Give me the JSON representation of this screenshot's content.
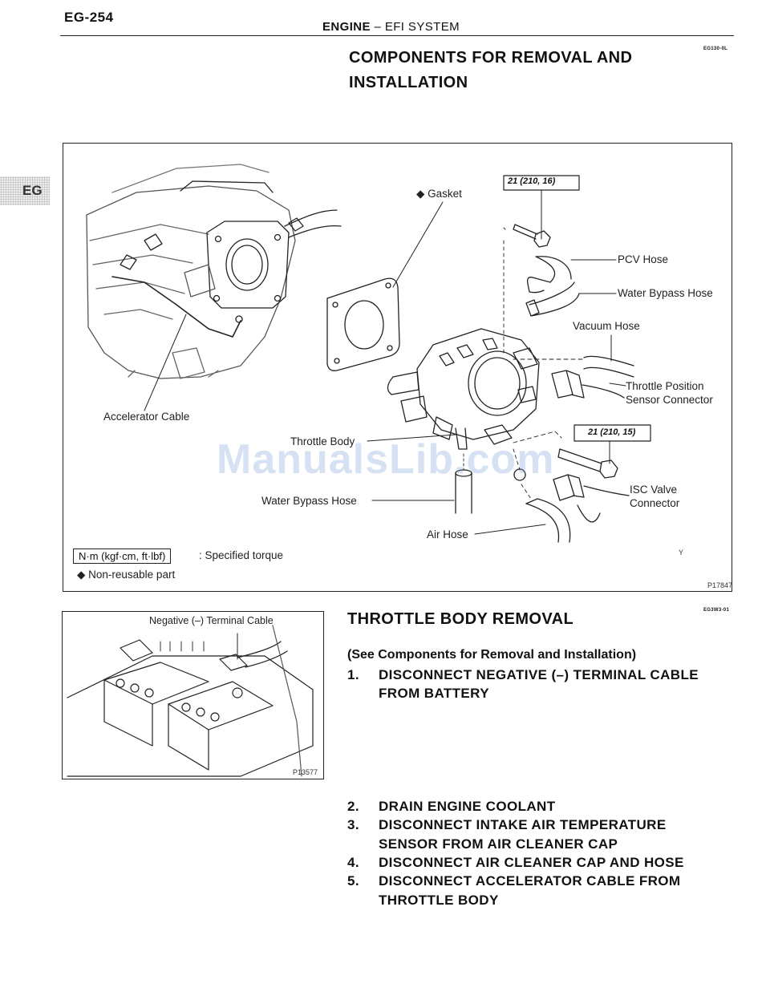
{
  "header": {
    "page_number": "EG-254",
    "title_bold": "ENGINE",
    "title_sep": " – ",
    "title_rest": "EFI SYSTEM",
    "side_tab": "EG"
  },
  "components_section": {
    "title_line1": "COMPONENTS FOR REMOVAL AND",
    "title_line2": "INSTALLATION",
    "code": "EG130-0L",
    "figure": {
      "torque_spec_top": "21 (210, 16)",
      "torque_spec_mid": "21 (210, 15)",
      "callouts": {
        "gasket": "◆ Gasket",
        "pcv_hose": "PCV Hose",
        "water_bypass_hose_top": "Water Bypass Hose",
        "vacuum_hose": "Vacuum Hose",
        "tps_connector_line1": "Throttle Position",
        "tps_connector_line2": "Sensor Connector",
        "accelerator_cable": "Accelerator Cable",
        "throttle_body": "Throttle Body",
        "isc_valve_line1": "ISC Valve",
        "isc_valve_line2": "Connector",
        "water_bypass_hose_bottom": "Water Bypass Hose",
        "air_hose": "Air Hose"
      },
      "legend": {
        "torque_unit": "N·m (kgf·cm, ft·lbf)",
        "torque_desc": ": Specified torque",
        "non_reusable": "◆ Non-reusable part"
      },
      "figure_id": "P17847",
      "corner_mark": "Y"
    }
  },
  "removal_section": {
    "title": "THROTTLE BODY REMOVAL",
    "code": "EG3W3-01",
    "see_note": "(See Components for Removal and Installation)",
    "photo": {
      "caption": "Negative (–) Terminal Cable",
      "figure_id": "P13577"
    },
    "steps": [
      {
        "num": "1.",
        "lines": [
          "DISCONNECT NEGATIVE (–) TERMINAL CABLE",
          "FROM BATTERY"
        ]
      },
      {
        "num": "2.",
        "lines": [
          "DRAIN ENGINE COOLANT"
        ]
      },
      {
        "num": "3.",
        "lines": [
          "DISCONNECT INTAKE AIR TEMPERATURE",
          "SENSOR FROM AIR CLEANER CAP"
        ]
      },
      {
        "num": "4.",
        "lines": [
          "DISCONNECT AIR CLEANER CAP AND HOSE"
        ]
      },
      {
        "num": "5.",
        "lines": [
          "DISCONNECT ACCELERATOR CABLE FROM",
          "THROTTLE BODY"
        ]
      }
    ]
  },
  "watermark": "ManualsLib.com"
}
